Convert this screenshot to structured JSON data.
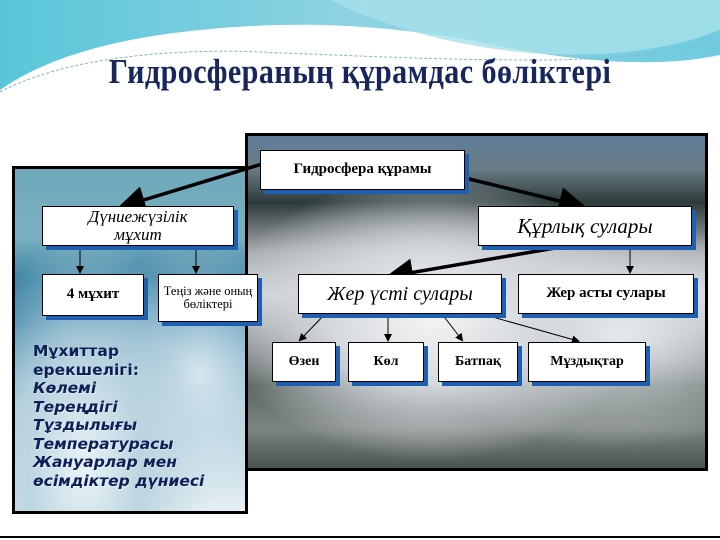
{
  "slide": {
    "title": "Гидросфераның құрамдас бөліктері"
  },
  "diagram": {
    "root": "Гидросфера құрамы",
    "world_ocean": "Дүниежүзілік мұхит",
    "four_oceans": "4 мұхит",
    "seas": "Теңіз және оның бөліктері",
    "land_waters": "Құрлық сулары",
    "surface_waters": "Жер үсті сулары",
    "ground_waters": "Жер асты сулары",
    "surface_children": [
      "Өзен",
      "Көл",
      "Батпақ",
      "Мұздықтар"
    ]
  },
  "ocean_features": {
    "heading_line1": "Мұхиттар",
    "heading_line2": "ерекшелігі:",
    "items": [
      "Көлемі",
      "Тереңдігі",
      "Тұздылығы",
      "Температурасы",
      "Жануарлар мен",
      "өсімдіктер дүниесі"
    ]
  },
  "colors": {
    "title": "#17265e",
    "box_shadow": "#1f5fb0",
    "features_text": "#0d1f57"
  }
}
